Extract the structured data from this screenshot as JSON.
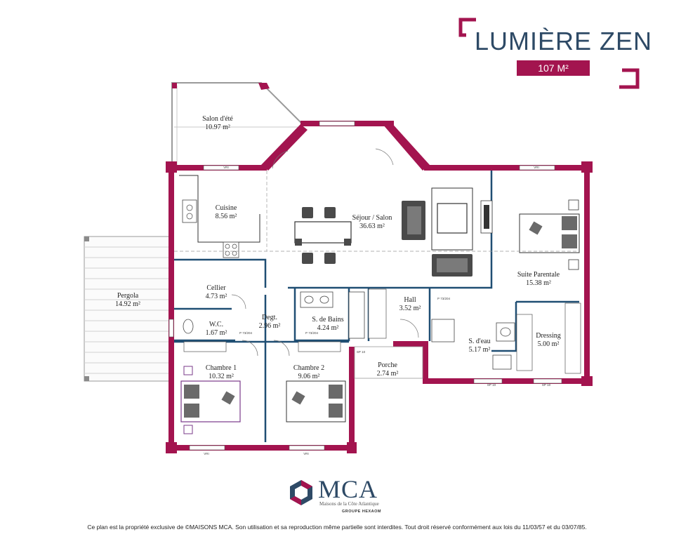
{
  "title": {
    "name": "LUMIÈRE ZEN",
    "area": "107 M²"
  },
  "colors": {
    "accent": "#a3144f",
    "wall": "#3a3a3a",
    "partition": "#1f4e73",
    "terrace": "#b0b0b0"
  },
  "rooms": {
    "salon_ete": {
      "name": "Salon d'été",
      "area": "10.97 m²"
    },
    "cuisine": {
      "name": "Cuisine",
      "area": "8.56 m²"
    },
    "sejour": {
      "name": "Séjour / Salon",
      "area": "36.63 m²"
    },
    "suite": {
      "name": "Suite Parentale",
      "area": "15.38 m²"
    },
    "pergola": {
      "name": "Pergola",
      "area": "14.92 m²"
    },
    "cellier": {
      "name": "Cellier",
      "area": "4.73 m²"
    },
    "wc": {
      "name": "W.C.",
      "area": "1.67 m²"
    },
    "degt": {
      "name": "Degt.",
      "area": "2.96 m²"
    },
    "bains": {
      "name": "S. de Bains",
      "area": "4.24 m²"
    },
    "hall": {
      "name": "Hall",
      "area": "3.52 m²"
    },
    "seau": {
      "name": "S. d'eau",
      "area": "5.17 m²"
    },
    "dressing": {
      "name": "Dressing",
      "area": "5.00 m²"
    },
    "chambre1": {
      "name": "Chambre 1",
      "area": "10.32 m²"
    },
    "chambre2": {
      "name": "Chambre 2",
      "area": "9.06 m²"
    },
    "porche": {
      "name": "Porche",
      "area": "2.74 m²"
    }
  },
  "door_tags": {
    "p73": "P 73/204",
    "sp": "SP 10",
    "vri": "VRI"
  },
  "logo": {
    "name": "MCA",
    "subtitle": "Maisons de la Côte Atlantique",
    "group": "GROUPE HEXAOM"
  },
  "copyright": "Ce plan est la propriété exclusive de ©MAISONS MCA. Son utilisation et sa reproduction même partielle sont interdites. Tout droit réservé conformément aux lois du 11/03/57 et du 03/07/85."
}
